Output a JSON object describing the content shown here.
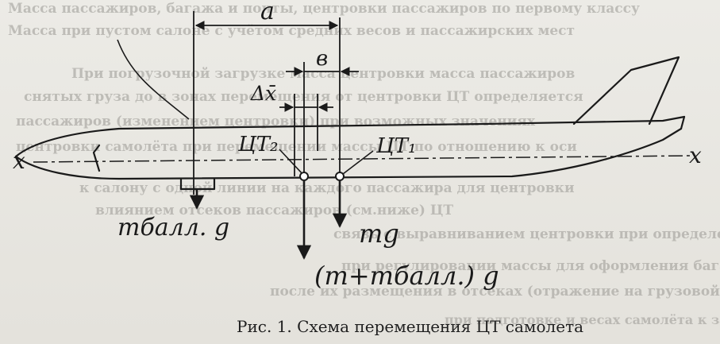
{
  "background_lines": [
    "Масса пассажиров, багажа и почты, центровки пассажиров по первому классу",
    "Масса при пустом салоне с учётом средних весов и пассажирских мест",
    "При погрузочной загрузке масса центровки масса пассажиров",
    "снятых груза до в зонах перемещения от центровки ЦТ определяется",
    "пассажиров (изменением центровки) при возможных значениях",
    "центровки самолёта при перемещении массы ЦТ по отношению к оси",
    "к салону с одной линии на каждого пассажира для центровки",
    "влиянием отсеков пассажиров (см.ниже) ЦТ",
    "связь с выравниванием центровки при определении в загрузке",
    "при регулировании массы для оформления багажа",
    "после их размещения в отсеках (отражение на грузовой",
    "при подготовке и весах самолёта к загрузке"
  ],
  "labels": {
    "dim_a": "a",
    "dim_b": "в",
    "dim_dx": "Δx̄",
    "axis_left": "x",
    "axis_right": "x",
    "cg2": "ЦТ₂",
    "cg1": "ЦТ₁",
    "ballast_force": "mбалл. g",
    "main_force": "mg",
    "total_force": "(m+mбалл.) g"
  },
  "caption": "Рис. 1. Схема перемещения ЦТ самолета"
}
